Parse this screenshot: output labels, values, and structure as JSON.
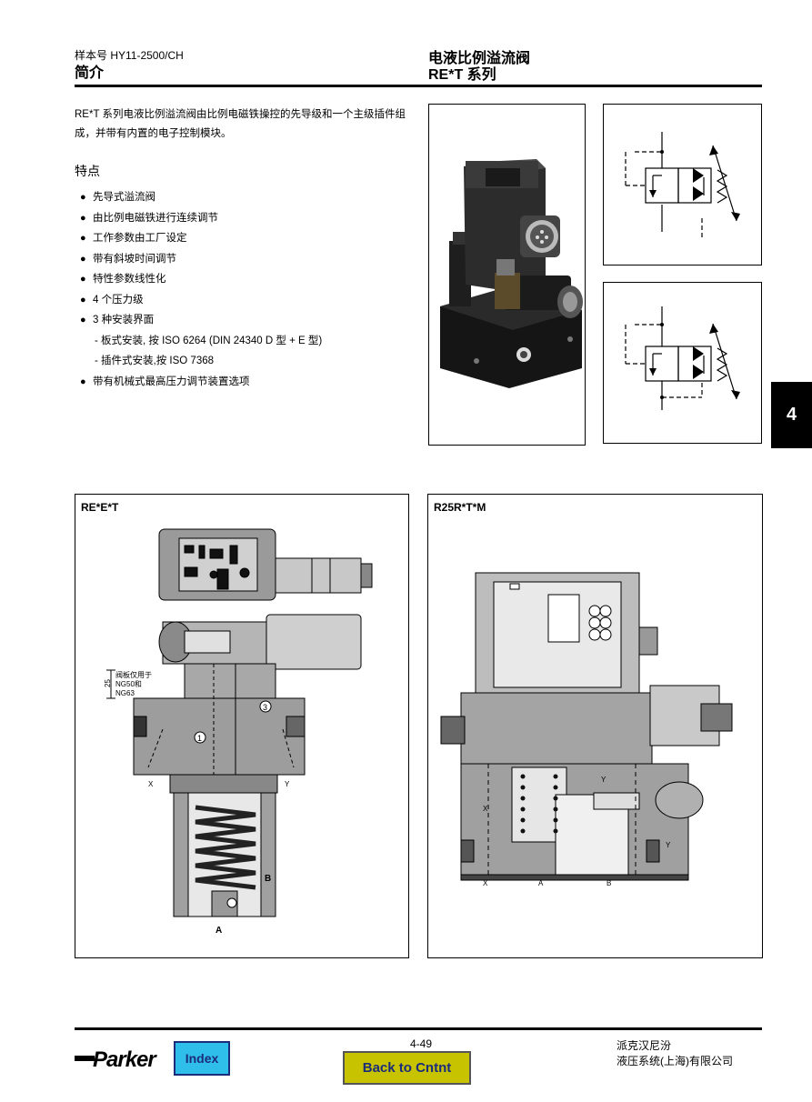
{
  "header": {
    "catalog_no": "样本号 HY11-2500/CH",
    "section": "简介",
    "product_title": "电液比例溢流阀",
    "series": "RE*T 系列"
  },
  "intro_text": "RE*T 系列电液比例溢流阀由比例电磁铁操控的先导级和一个主级插件组成，并带有内置的电子控制模块。",
  "features": {
    "title": "特点",
    "items": [
      "先导式溢流阀",
      "由比例电磁铁进行连续调节",
      "工作参数由工厂设定",
      "带有斜坡时间调节",
      "特性参数线性化",
      "4 个压力级",
      "3 种安装界面",
      "- 板式安装, 按 ISO 6264 (DIN 24340 D 型 + E 型)",
      "- 插件式安装,按 ISO 7368",
      "带有机械式最高压力调节装置选项"
    ]
  },
  "section_tab": "4",
  "drawing_left": {
    "title": "RE*E*T",
    "dim_25": "25",
    "note_line1": "阀板仅用于",
    "note_line2": "NG50和",
    "note_line3": "NG63",
    "callout_1": "1",
    "callout_3": "3",
    "port_x": "X",
    "port_y": "Y",
    "port_a": "A",
    "port_b": "B"
  },
  "drawing_right": {
    "title": "R25R*T*M",
    "port_x": "X",
    "port_y": "Y",
    "port_a": "A",
    "port_b": "B"
  },
  "footer": {
    "logo_text": "Parker",
    "index_label": "Index",
    "page_number": "4-49",
    "back_label": "Back to Cntnt",
    "company_line1": "派克汉尼汾",
    "company_line2": "液压系统(上海)有限公司"
  },
  "colors": {
    "index_button": "#2fbde9",
    "back_button": "#c8c300",
    "button_text": "#1a2c7a"
  }
}
